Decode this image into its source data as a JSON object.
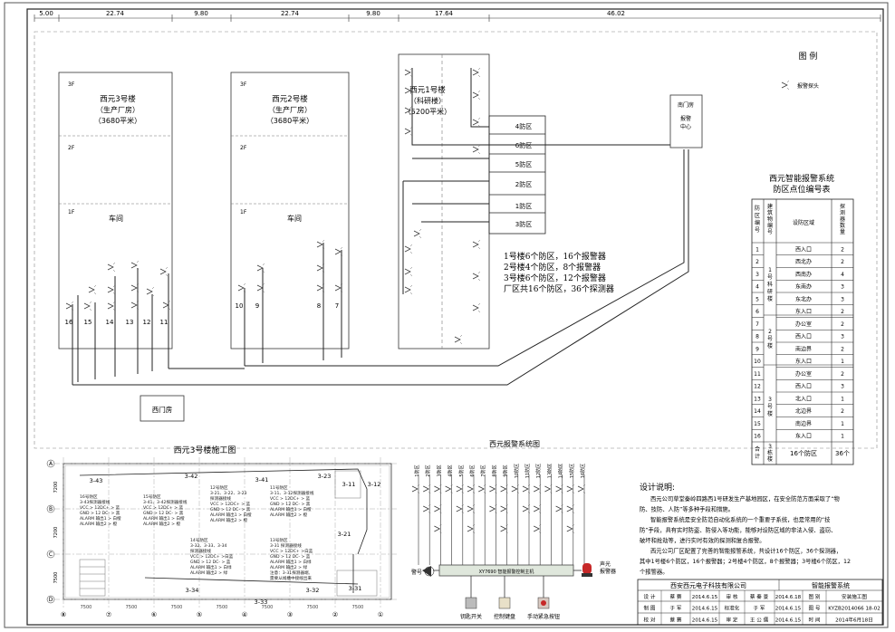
{
  "dimensions": [
    "5.00",
    "22.74",
    "9.80",
    "22.74",
    "9.80",
    "17.64",
    "46.02"
  ],
  "buildings": {
    "b3": {
      "name": "西元3号楼",
      "sub": "（生产厂房）",
      "area": "（3680平米）",
      "floors": [
        "3F",
        "2F",
        "1F"
      ],
      "hall": "车间",
      "zones": [
        "16",
        "15",
        "14",
        "13",
        "12",
        "11"
      ]
    },
    "b2": {
      "name": "西元2号楼",
      "sub": "（生产厂房）",
      "area": "（3680平米）",
      "floors": [
        "3F",
        "2F",
        "1F"
      ],
      "hall": "车间",
      "zones": [
        "10",
        "9",
        "8",
        "7"
      ]
    },
    "b1": {
      "name": "西元1号楼",
      "sub": "（科研楼）",
      "area": "（5200平米）",
      "zones": [
        "4防区",
        "6防区",
        "5防区",
        "2防区",
        "1防区",
        "3防区"
      ]
    }
  },
  "summary": [
    "1号楼6个防区，16个报警器",
    "2号楼4个防区，8个报警器",
    "3号楼6个防区，12个报警器",
    "厂区共16个防区，36个探测器"
  ],
  "gatehouse": "西门房",
  "south_room": {
    "name": "南门房",
    "center1": "报警",
    "center2": "中心"
  },
  "legend": {
    "title": "图  例",
    "item": "报警探头"
  },
  "zone_table": {
    "title1": "西元智能报警系统",
    "title2": "防区点位编号表",
    "headers": [
      "防区编号",
      "建筑物编号",
      "设防区域",
      "探测器数量"
    ],
    "rows": [
      [
        "1",
        "西入口",
        "2"
      ],
      [
        "2",
        "西北办",
        "2"
      ],
      [
        "3",
        "西南办",
        "4"
      ],
      [
        "4",
        "东南办",
        "3"
      ],
      [
        "5",
        "东北办",
        "3"
      ],
      [
        "6",
        "东入口",
        "2"
      ],
      [
        "7",
        "办公室",
        "2"
      ],
      [
        "8",
        "西入口",
        "3"
      ],
      [
        "9",
        "南边界",
        "2"
      ],
      [
        "10",
        "东入口",
        "1"
      ],
      [
        "11",
        "办公室",
        "2"
      ],
      [
        "12",
        "西入口",
        "3"
      ],
      [
        "13",
        "北入口",
        "1"
      ],
      [
        "14",
        "北边界",
        "2"
      ],
      [
        "15",
        "南边界",
        "1"
      ],
      [
        "16",
        "东入口",
        "1"
      ]
    ],
    "groups": [
      "1号科研楼",
      "2号楼",
      "3号楼"
    ],
    "total_label": "合计",
    "total_bldg": "3栋楼",
    "total_zones": "16个防区",
    "total_count": "36个"
  },
  "plan": {
    "title": "西元3号楼施工图",
    "axes_top": [
      "A",
      "B",
      "C",
      "D"
    ],
    "axes_bottom": [
      "⑧",
      "⑦",
      "⑥",
      "⑤",
      "④",
      "③",
      "②",
      "①"
    ],
    "spans": [
      "7500",
      "7500",
      "7500",
      "7500",
      "7500",
      "7500",
      "7500"
    ],
    "ydims": [
      "7200",
      "7200",
      "7500"
    ],
    "labels": [
      "3-43",
      "3-42",
      "3-41",
      "3-23",
      "3-11",
      "3-12",
      "3-21",
      "3-34",
      "3-33",
      "3-32",
      "3-31"
    ],
    "notes": [
      {
        "title": "16号防区",
        "lines": [
          "3-43探测器接线",
          "VCC  > 12DC+ > 蓝",
          "GND  > 12 DC- > 黑",
          "ALARM 输出1 > 白橙",
          "ALARM 输出2 > 橙"
        ]
      },
      {
        "title": "15号防区",
        "lines": [
          "3-41、3-42探测器接线",
          "VCC  > 12DC+ > 蓝",
          "GND  > 12 DC- > 黑",
          "ALARM 输出1 > 白橙",
          "ALARM 输出2 > 橙"
        ]
      },
      {
        "title": "12号防区",
        "lines": [
          "3-21、3-22、3-23",
          "探测器接线",
          "VCC  > 12DC+ > 蓝",
          "GND  > 12 DC- > 黑",
          "ALARM 输出1 > 白橙",
          "ALARM 输出2 > 橙"
        ]
      },
      {
        "title": "11号防区",
        "lines": [
          "3-11、3-12探测器接线",
          "VCC  > 12DC+ > 蓝",
          "GND  > 12 DC- > 黑",
          "ALARM 输出1 > 白橙",
          "ALARM 输出2 > 橙"
        ]
      },
      {
        "title": "14号防区",
        "lines": [
          "3-32、3-33、3-34",
          "探测器接线",
          "VCC  > 12DC+ >白蓝",
          "GND  > 12 DC- > 蓝",
          "ALARM 输出1 > 白绿",
          "ALARM 输出2 > 绿"
        ]
      },
      {
        "title": "13号防区",
        "lines": [
          "3-31 探测器接线",
          "VCC  > 12DC+ >白蓝",
          "GND  > 12 DC- > 蓝",
          "ALARM 输出1 > 白绿",
          "ALARM 输出2 > 绿",
          "注意：3-31探测器端,",
          "需要从线槽中接线出来"
        ]
      }
    ]
  },
  "system": {
    "title": "西元报警系统图",
    "zones": [
      "1防区",
      "2防区",
      "3防区",
      "4防区",
      "5防区",
      "6防区",
      "7防区",
      "8防区",
      "9防区",
      "10防区",
      "11防区",
      "12防区",
      "13防区",
      "14防区",
      "15防区",
      "16防区"
    ],
    "host": "XY7690 智能报警控制主机",
    "left_dev": "警号",
    "right_dev1": "声光",
    "right_dev2": "报警器",
    "bottom": [
      "钥匙开关",
      "控制键盘",
      "手动紧急按钮"
    ]
  },
  "notes": {
    "title": "设计说明:",
    "lines": [
      "西元公司草堂秦岭四路西1号研发生产基地园区，在安全防范方面采取了“物",
      "防、技防、人防”等多种手段和措施。",
      "智能报警系统是安全防范自动化系统的一个重要子系统，也是常用的“技",
      "防”手段，具有实时防盗、防侵入等功能，能够对设防区域的非法入侵、盗窃、",
      "破坏和抢劫等，进行实时有效的探测和复合报警。",
      "西元公司厂区配置了完善的智能报警系统，共设计16个防区，36个探测器，",
      "其中1号楼6个防区，16个报警器；2号楼4个防区，8个报警器；3号楼6个防区，12",
      "个报警器。"
    ]
  },
  "title_block": {
    "company": "西安西元电子科技有限公司",
    "project": "智能报警系统",
    "r1": [
      "设 计",
      "蔡 赛",
      "2014.6.15",
      "审 核",
      "蔡 秦 景",
      "2014.6.18",
      "图 别",
      "安装施工图"
    ],
    "r2": [
      "制 图",
      "于 军",
      "2014.6.15",
      "标准化",
      "于 军",
      "2014.6.15",
      "图 号",
      "KYZB2014066 18-02"
    ],
    "r3": [
      "校 对",
      "蔡 赛",
      "2014.6.15",
      "审 定",
      "王 公 儒",
      "2014.6.15",
      "时 间",
      "2014年6月18日"
    ]
  }
}
